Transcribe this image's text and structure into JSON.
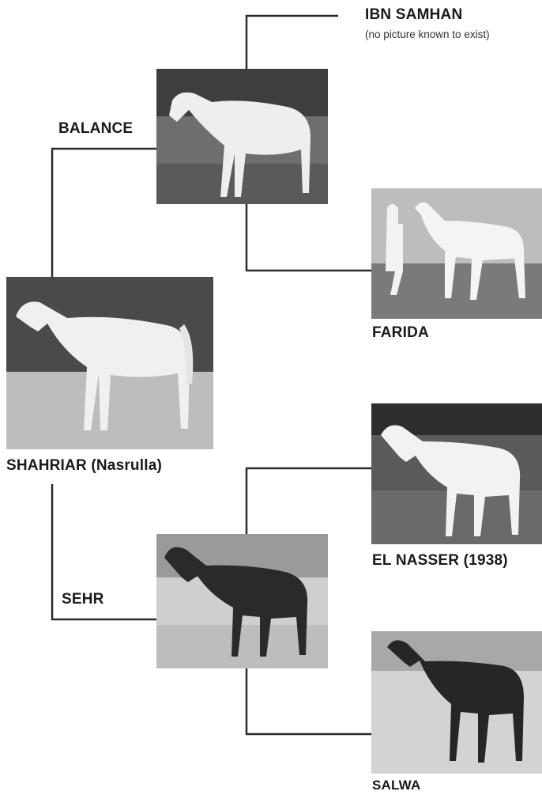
{
  "pedigree": {
    "subject": {
      "name": "SHAHRIAR (Nasrulla)",
      "photo_icon": "grey-horse-photo"
    },
    "sire": {
      "name": "BALANCE",
      "photo_icon": "grey-horse-photo"
    },
    "dam": {
      "name": "SEHR",
      "photo_icon": "bay-horse-photo"
    },
    "sire_sire": {
      "name": "IBN SAMHAN",
      "note": "(no picture known to exist)"
    },
    "sire_dam": {
      "name": "FARIDA",
      "photo_icon": "grey-mare-with-handler-photo"
    },
    "dam_sire": {
      "name": "EL NASSER (1938)",
      "photo_icon": "grey-horse-photo"
    },
    "dam_dam": {
      "name": "SALWA",
      "photo_icon": "dark-horse-photo"
    }
  }
}
